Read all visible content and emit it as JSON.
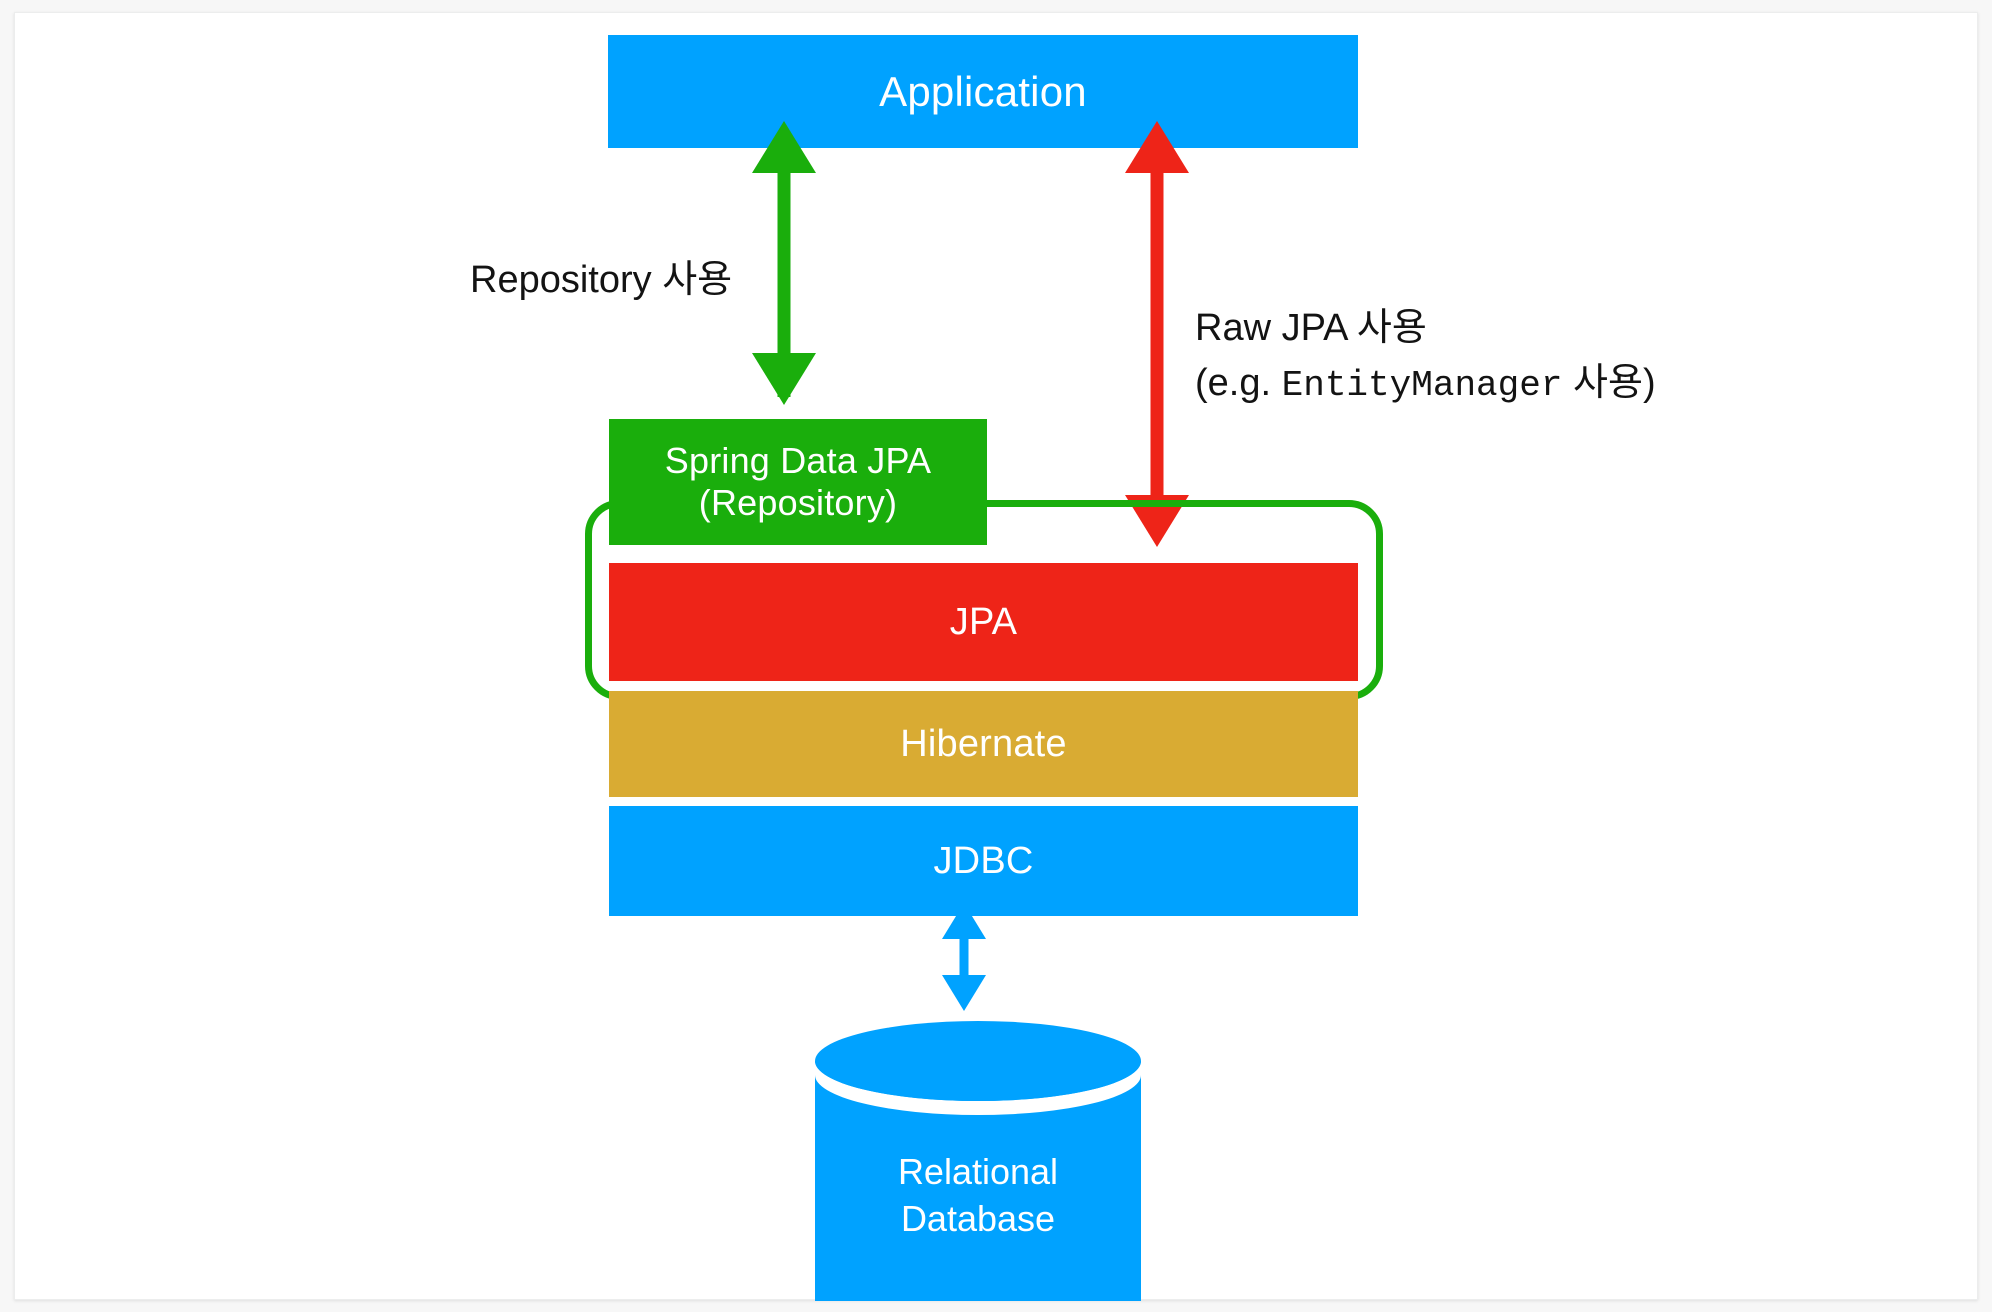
{
  "diagram": {
    "title": "JPA / Spring Data JPA layered architecture",
    "boxes": {
      "application": "Application",
      "spring_data_jpa_line1": "Spring Data JPA",
      "spring_data_jpa_line2": "(Repository)",
      "jpa": "JPA",
      "hibernate": "Hibernate",
      "jdbc": "JDBC",
      "database_line1": "Relational",
      "database_line2": "Database"
    },
    "labels": {
      "repository_usage": "Repository 사용",
      "raw_jpa_usage": "Raw JPA 사용",
      "raw_jpa_example_prefix": "(e.g. ",
      "raw_jpa_example_mono": "EntityManager",
      "raw_jpa_example_suffix": " 사용)"
    },
    "colors": {
      "blue": "#00a2ff",
      "green": "#1aae0c",
      "red": "#ee2418",
      "gold": "#d9ab33",
      "text_dark": "#131313",
      "text_light": "#ffffff",
      "card_background": "#ffffff",
      "page_background": "#f7f7f7"
    },
    "connectors": [
      {
        "name": "application-to-spring-data-jpa",
        "color": "#1aae0c",
        "direction": "bidirectional",
        "label": "Repository 사용"
      },
      {
        "name": "application-to-jpa",
        "color": "#ee2418",
        "direction": "bidirectional",
        "label": "Raw JPA 사용 (e.g. EntityManager 사용)"
      },
      {
        "name": "jdbc-to-database",
        "color": "#00a2ff",
        "direction": "bidirectional",
        "label": ""
      }
    ],
    "grouping": {
      "name": "jpa-abstraction-group",
      "color": "#1aae0c",
      "encloses": [
        "Spring Data JPA (Repository)",
        "JPA"
      ]
    }
  }
}
